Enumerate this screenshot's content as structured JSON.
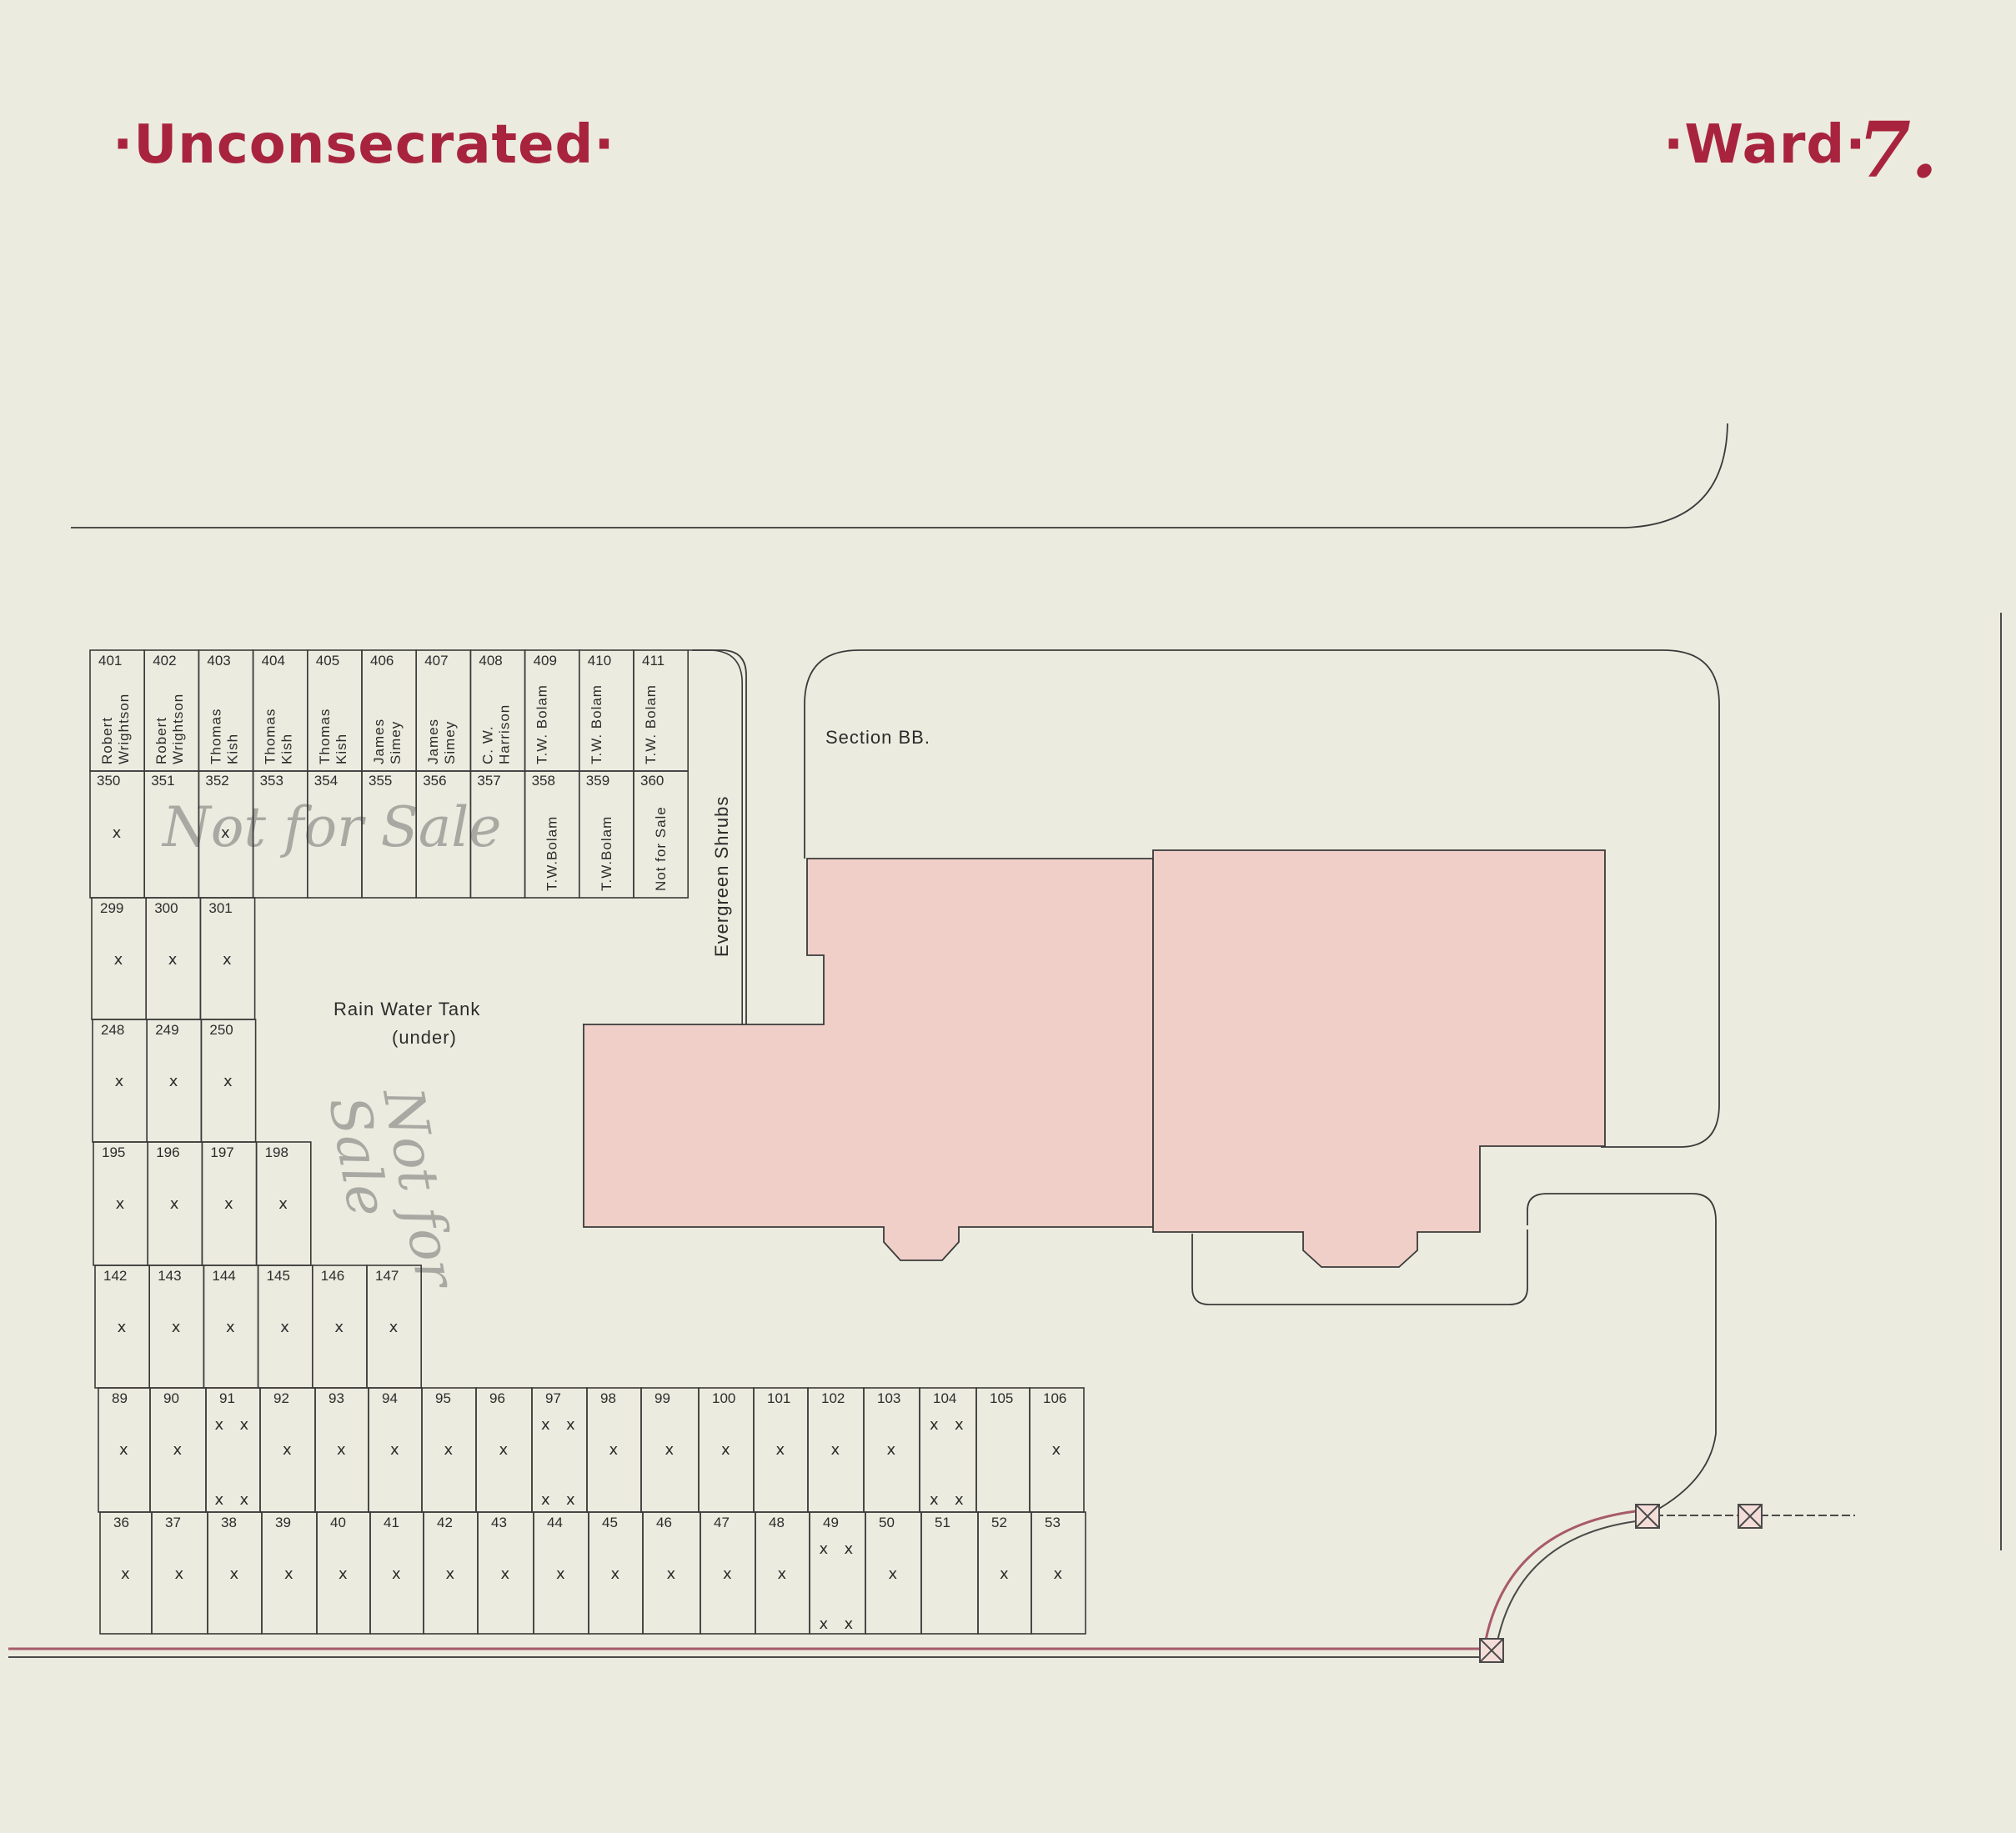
{
  "title": "·Unconsecrated·",
  "ward": {
    "label": "·Ward·",
    "number": "7."
  },
  "labels": {
    "section": "Section BB.",
    "shrubs": "Evergreen Shrubs",
    "tank": "Rain Water Tank",
    "tank_sub": "(under)"
  },
  "pencil_notes": {
    "top": "Not for Sale",
    "middle_a": "Not for",
    "middle_b": "Sale"
  },
  "colors": {
    "heading": "#a8243e",
    "building": "#efcfc8",
    "paper": "#ecebdf",
    "road": "#a65a6a"
  },
  "map": {
    "top_row": [
      {
        "num": "401",
        "owner": [
          "Robert",
          "Wrightson"
        ]
      },
      {
        "num": "402",
        "owner": [
          "Robert",
          "Wrightson"
        ]
      },
      {
        "num": "403",
        "owner": [
          "Thomas",
          "Kish"
        ]
      },
      {
        "num": "404",
        "owner": [
          "Thomas",
          "Kish"
        ]
      },
      {
        "num": "405",
        "owner": [
          "Thomas",
          "Kish"
        ]
      },
      {
        "num": "406",
        "owner": [
          "James",
          "Simey"
        ]
      },
      {
        "num": "407",
        "owner": [
          "James",
          "Simey"
        ]
      },
      {
        "num": "408",
        "owner": [
          "C. W.",
          "Harrison"
        ]
      },
      {
        "num": "409",
        "owner": [
          "T.W. Bolam"
        ]
      },
      {
        "num": "410",
        "owner": [
          "T.W. Bolam"
        ]
      },
      {
        "num": "411",
        "owner": [
          "T.W. Bolam"
        ]
      }
    ],
    "row2": [
      {
        "num": "350",
        "mark": "x"
      },
      {
        "num": "351"
      },
      {
        "num": "352",
        "mark": "x"
      },
      {
        "num": "353"
      },
      {
        "num": "354"
      },
      {
        "num": "355"
      },
      {
        "num": "356"
      },
      {
        "num": "357"
      },
      {
        "num": "358",
        "owner": "T.W.Bolam"
      },
      {
        "num": "359",
        "owner": "T.W.Bolam"
      },
      {
        "num": "360",
        "owner": "Not for Sale"
      }
    ],
    "row3": [
      {
        "num": "299",
        "mark": "x"
      },
      {
        "num": "300",
        "mark": "x"
      },
      {
        "num": "301",
        "mark": "x"
      }
    ],
    "row4": [
      {
        "num": "248",
        "mark": "x"
      },
      {
        "num": "249",
        "mark": "x"
      },
      {
        "num": "250",
        "mark": "x"
      }
    ],
    "row5": [
      {
        "num": "195",
        "mark": "x"
      },
      {
        "num": "196",
        "mark": "x"
      },
      {
        "num": "197",
        "mark": "x"
      },
      {
        "num": "198",
        "mark": "x"
      }
    ],
    "row6": [
      {
        "num": "142",
        "mark": "x"
      },
      {
        "num": "143",
        "mark": "x"
      },
      {
        "num": "144",
        "mark": "x"
      },
      {
        "num": "145",
        "mark": "x"
      },
      {
        "num": "146",
        "mark": "x"
      },
      {
        "num": "147",
        "mark": "x"
      }
    ],
    "row7": [
      {
        "num": "89",
        "mark": "x"
      },
      {
        "num": "90",
        "mark": "x"
      },
      {
        "num": "91",
        "mark": "x x"
      },
      {
        "num": "92",
        "mark": "x"
      },
      {
        "num": "93",
        "mark": "x"
      },
      {
        "num": "94",
        "mark": "x"
      },
      {
        "num": "95",
        "mark": "x"
      },
      {
        "num": "96",
        "mark": "x"
      },
      {
        "num": "97",
        "mark": "x x"
      },
      {
        "num": "98",
        "mark": "x"
      },
      {
        "num": "99",
        "mark": "x"
      },
      {
        "num": "100",
        "mark": "x"
      },
      {
        "num": "101",
        "mark": "x"
      },
      {
        "num": "102",
        "mark": "x"
      },
      {
        "num": "103",
        "mark": "x"
      },
      {
        "num": "104",
        "mark": "x x"
      },
      {
        "num": "105"
      },
      {
        "num": "106",
        "mark": "x"
      }
    ],
    "row8": [
      {
        "num": "36",
        "mark": "x"
      },
      {
        "num": "37",
        "mark": "x"
      },
      {
        "num": "38",
        "mark": "x"
      },
      {
        "num": "39",
        "mark": "x"
      },
      {
        "num": "40",
        "mark": "x"
      },
      {
        "num": "41",
        "mark": "x"
      },
      {
        "num": "42",
        "mark": "x"
      },
      {
        "num": "43",
        "mark": "x"
      },
      {
        "num": "44",
        "mark": "x"
      },
      {
        "num": "45",
        "mark": "x"
      },
      {
        "num": "46",
        "mark": "x"
      },
      {
        "num": "47",
        "mark": "x"
      },
      {
        "num": "48",
        "mark": "x"
      },
      {
        "num": "49",
        "mark": "x x"
      },
      {
        "num": "50",
        "mark": "x"
      },
      {
        "num": "51"
      },
      {
        "num": "52",
        "mark": "x"
      },
      {
        "num": "53",
        "mark": "x"
      }
    ]
  }
}
